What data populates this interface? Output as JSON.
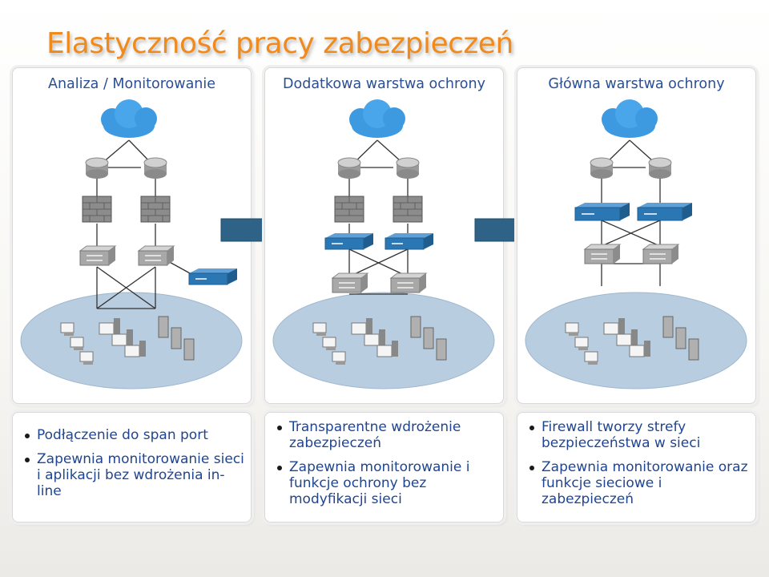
{
  "title": "Elastyczność pracy zabezpieczeń",
  "panels": [
    {
      "heading": "Analiza / Monitorowanie"
    },
    {
      "heading": "Dodatkowa warstwa ochrony"
    },
    {
      "heading": "Główna warstwa ochrony"
    }
  ],
  "boxes": [
    {
      "bullets": [
        "Podłączenie do span port",
        "Zapewnia monitorowanie sieci i aplikacji bez wdrożenia in-line"
      ]
    },
    {
      "bullets": [
        "Transparentne wdrożenie zabezpieczeń",
        "Zapewnia monitorowanie i funkcje ochrony bez modyfikacji sieci"
      ]
    },
    {
      "bullets": [
        "Firewall tworzy strefy bezpieczeństwa w sieci",
        "Zapewnia monitorowanie oraz funkcje sieciowe i zabezpieczeń"
      ]
    }
  ],
  "colors": {
    "title": "#f08a1c",
    "heading": "#2a4f93",
    "bullet_text": "#1f4591",
    "arrow": "#2e6387",
    "cloud": "#3d9ae0",
    "appliance": "#2b77b4",
    "lan_ellipse": "#b9cde0"
  },
  "icons": [
    "cloud-icon",
    "router-icon",
    "brick-firewall-icon",
    "switch-icon",
    "security-appliance-icon",
    "workstation-icon",
    "server-tower-icon"
  ]
}
